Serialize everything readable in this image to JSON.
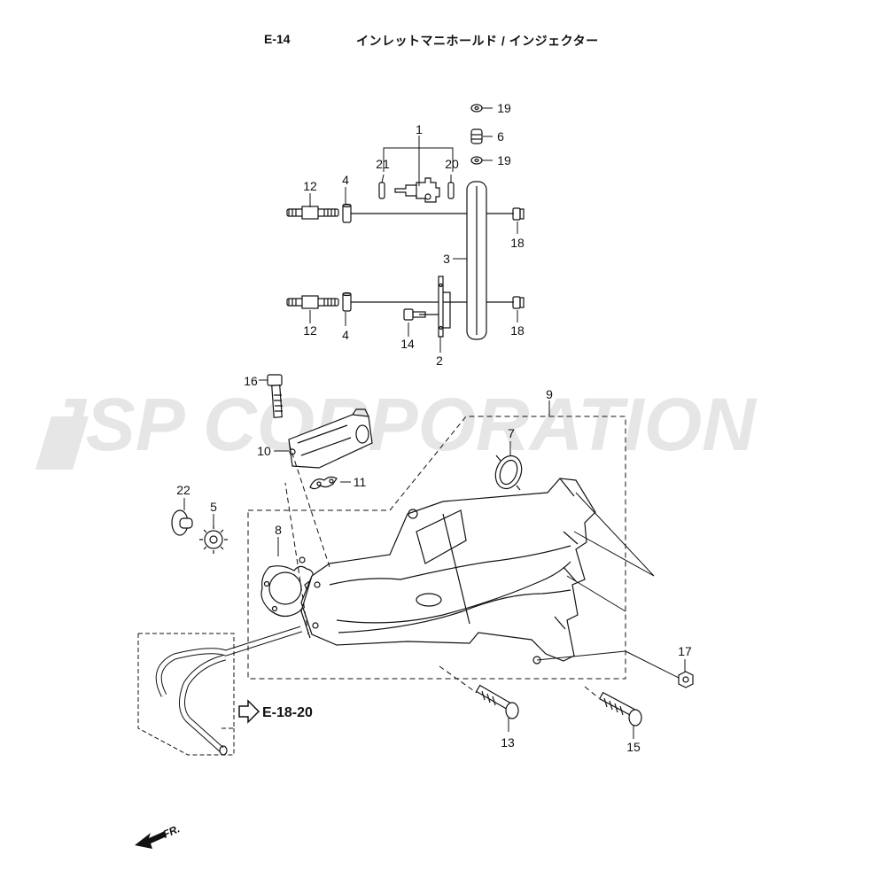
{
  "header": {
    "code": "E-14",
    "title": "インレットマニホールド / インジェクター"
  },
  "watermark": "JSP CORPORATION",
  "reference": "E-18-20",
  "front_mark": "FR.",
  "callouts": {
    "c1": "1",
    "c2": "2",
    "c3": "3",
    "c4a": "4",
    "c4b": "4",
    "c5": "5",
    "c6": "6",
    "c7": "7",
    "c8": "8",
    "c9": "9",
    "c10": "10",
    "c11": "11",
    "c12a": "12",
    "c12b": "12",
    "c13": "13",
    "c14": "14",
    "c15": "15",
    "c16": "16",
    "c17": "17",
    "c18a": "18",
    "c18b": "18",
    "c19a": "19",
    "c19b": "19",
    "c20": "20",
    "c21": "21",
    "c22": "22"
  },
  "colors": {
    "line": "#111111",
    "watermark": "#e6e6e6"
  }
}
